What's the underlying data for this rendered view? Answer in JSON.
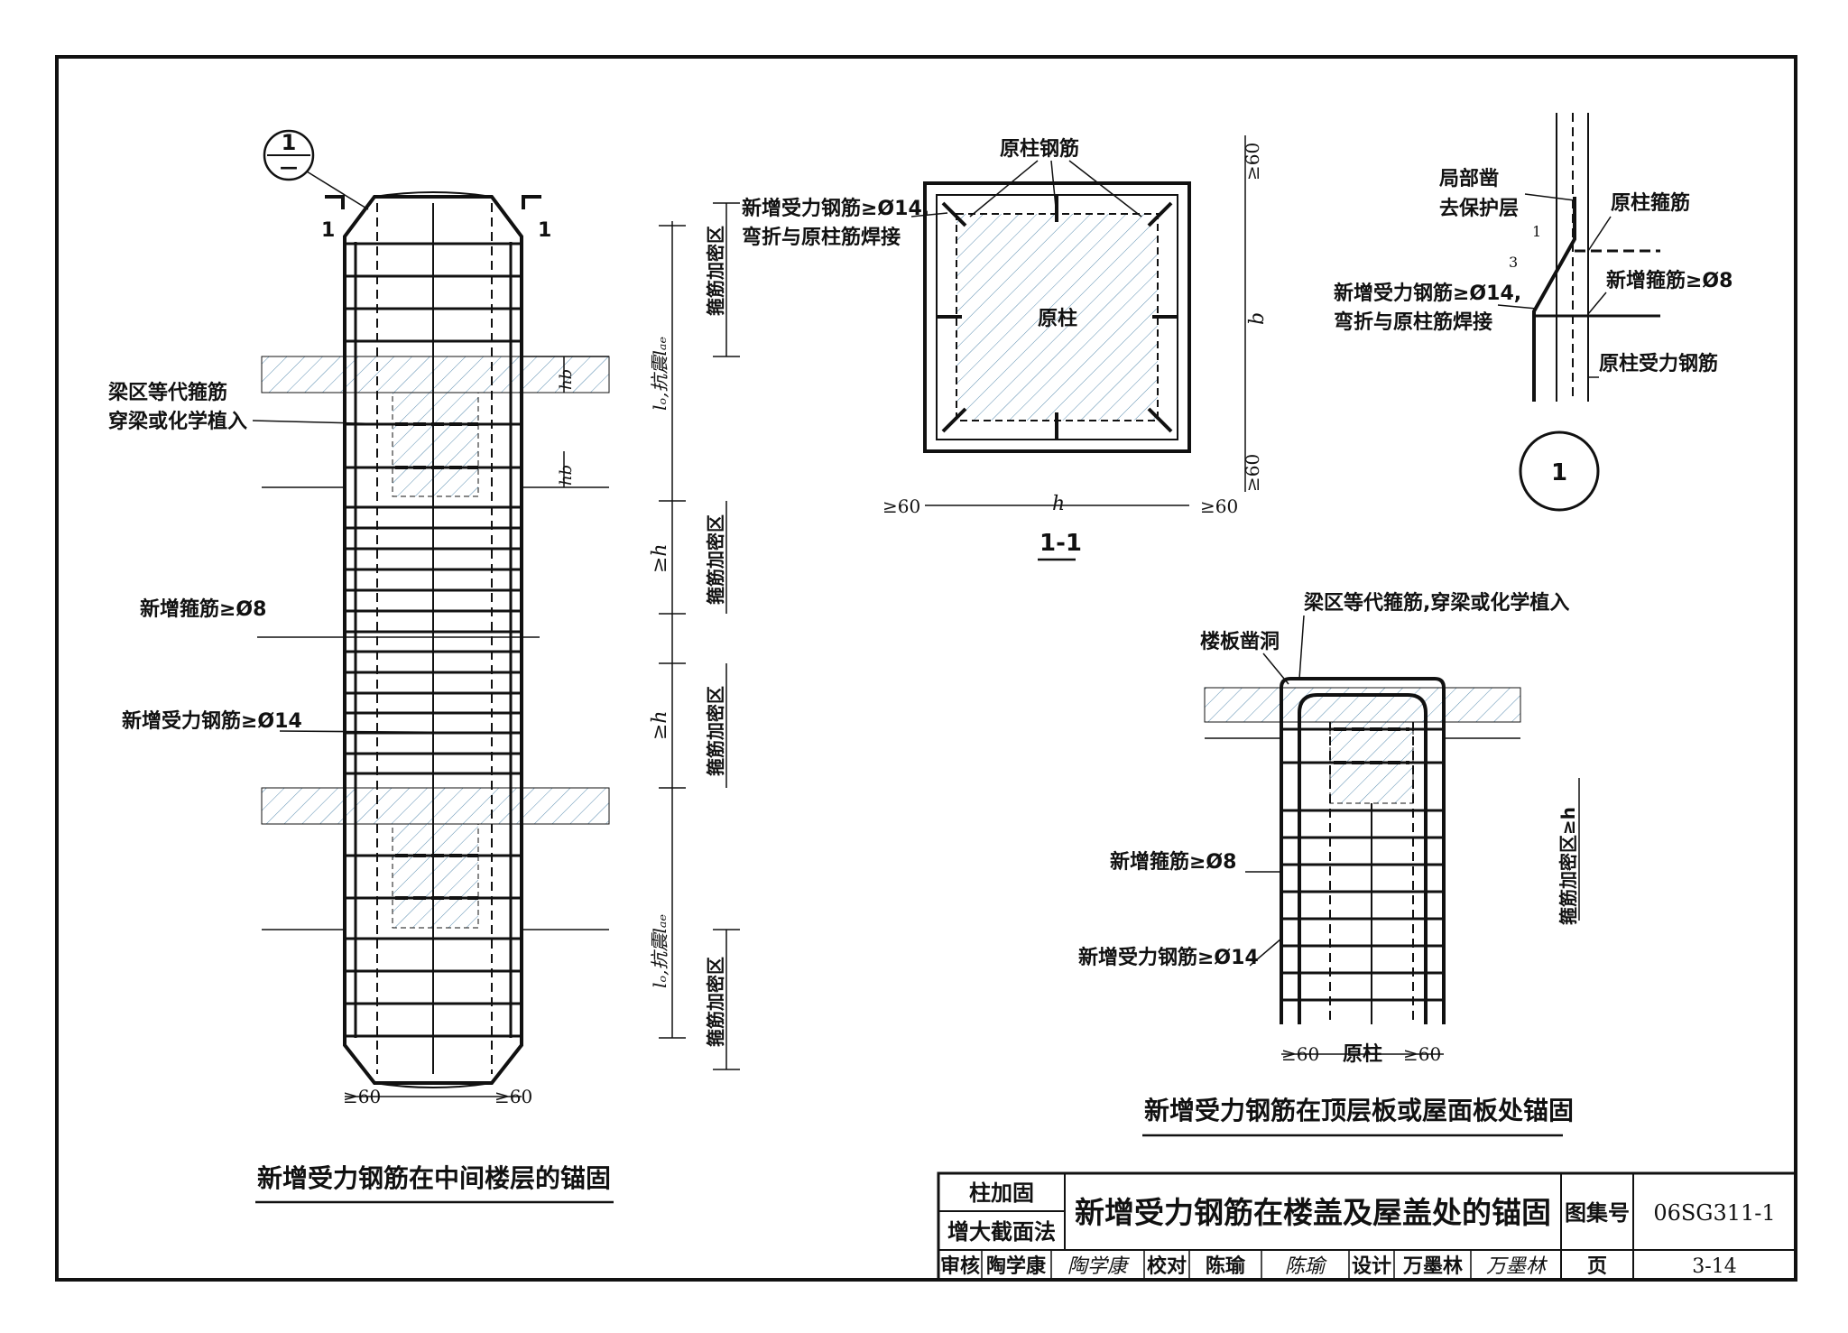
{
  "drawing": {
    "left": {
      "section_mark_top": "1",
      "section_mark_bottom": "—",
      "cut_mark_left": "1",
      "cut_mark_right": "1",
      "beam_label_line1": "梁区等代箍筋",
      "beam_label_line2": "穿梁或化学植入",
      "stirrup_label": "新增箍筋≥Ø8",
      "rebar_label": "新增受力钢筋≥Ø14",
      "dense_zone": "箍筋加密区",
      "dim_lo": "lₒ,抗震lₐₑ",
      "dim_ge_h": "≥h",
      "dim_hb": "hb",
      "dim_ge60": "≥60",
      "caption": "新增受力钢筋在中间楼层的锚固"
    },
    "section": {
      "orig_rebar": "原柱钢筋",
      "new_rebar_line1": "新增受力钢筋≥Ø14,",
      "new_rebar_line2": "弯折与原柱筋焊接",
      "orig_column": "原柱",
      "dim_ge60": "≥60",
      "dim_h": "h",
      "dim_b": "b",
      "caption": "1-1"
    },
    "detail1": {
      "local_cut_line1": "局部凿",
      "local_cut_line2": "去保护层",
      "orig_stirrup": "原柱箍筋",
      "new_stirrup": "新增箍筋≥Ø8",
      "new_rebar_line1": "新增受力钢筋≥Ø14,",
      "new_rebar_line2": "弯折与原柱筋焊接",
      "orig_main_rebar": "原柱受力钢筋",
      "slope_1": "1",
      "slope_3": "3",
      "label": "1"
    },
    "top": {
      "beam_label": "梁区等代箍筋,穿梁或化学植入",
      "slab_hole": "楼板凿洞",
      "stirrup_label": "新增箍筋≥Ø8",
      "rebar_label": "新增受力钢筋≥Ø14",
      "dense_zone": "箍筋加密区≥h",
      "orig_column": "原柱",
      "dim_ge60": "≥60",
      "caption": "新增受力钢筋在顶层板或屋面板处锚固"
    }
  },
  "title_block": {
    "category_line1": "柱加固",
    "category_line2": "增大截面法",
    "title": "新增受力钢筋在楼盖及屋盖处的锚固",
    "atlas_label": "图集号",
    "atlas_no": "06SG311-1",
    "review_label": "审核",
    "reviewer": "陶学康",
    "reviewer_sign": "陶学康",
    "check_label": "校对",
    "checker": "陈瑜",
    "checker_sign": "陈瑜",
    "design_label": "设计",
    "designer": "万墨林",
    "designer_sign": "万墨林",
    "page_label": "页",
    "page_no": "3-14"
  }
}
